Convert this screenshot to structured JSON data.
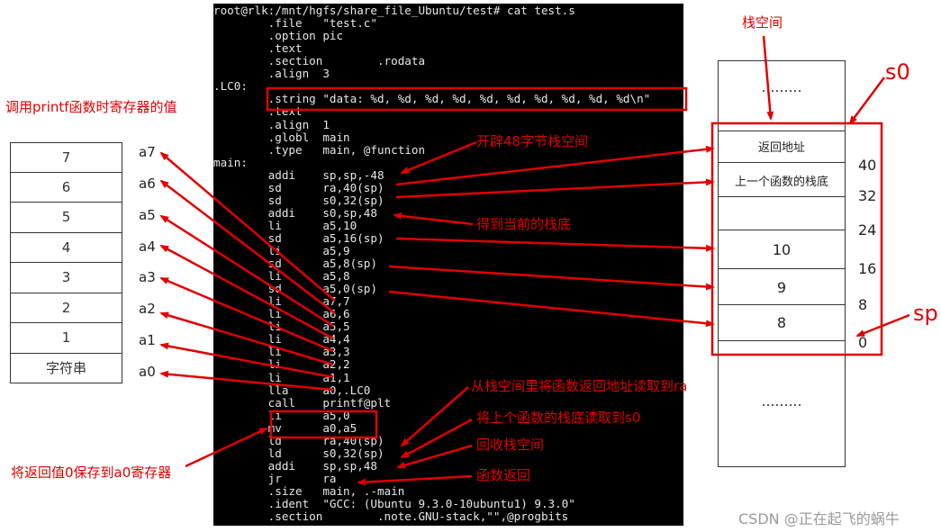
{
  "terminal_lines": [
    "root@rlk:/mnt/hgfs/share_file_Ubuntu/test# cat test.s",
    "        .file   \"test.c\"",
    "        .option pic",
    "        .text",
    "        .section        .rodata",
    "        .align  3",
    ".LC0:",
    "        .string \"data: %d, %d, %d, %d, %d, %d, %d, %d, %d, %d\\n\"",
    "        .text",
    "        .align  1",
    "        .globl  main",
    "        .type   main, @function",
    "main:",
    "        addi    sp,sp,-48",
    "        sd      ra,40(sp)",
    "        sd      s0,32(sp)",
    "        addi    s0,sp,48",
    "        li      a5,10",
    "        sd      a5,16(sp)",
    "        li      a5,9",
    "        sd      a5,8(sp)",
    "        li      a5,8",
    "        sd      a5,0(sp)",
    "        li      a7,7",
    "        li      a6,6",
    "        li      a5,5",
    "        li      a4,4",
    "        li      a3,3",
    "        li      a2,2",
    "        li      a1,1",
    "        lla     a0,.LC0",
    "        call    printf@plt",
    "        li      a5,0",
    "        mv      a0,a5",
    "        ld      ra,40(sp)",
    "        ld      s0,32(sp)",
    "        addi    sp,sp,48",
    "        jr      ra",
    "        .size   main, .-main",
    "        .ident  \"GCC: (Ubuntu 9.3.0-10ubuntu1) 9.3.0\"",
    "        .section        .note.GNU-stack,\"\",@progbits"
  ],
  "registers": {
    "title": "调用printf函数时寄存器的值",
    "cells": [
      "7",
      "6",
      "5",
      "4",
      "3",
      "2",
      "1",
      "字符串"
    ],
    "labels": [
      "a7",
      "a6",
      "a5",
      "a4",
      "a3",
      "a2",
      "a1",
      "a0"
    ]
  },
  "stack": {
    "title": "栈空间",
    "top_dots": "………",
    "bottom_dots": "………",
    "return_addr": "返回地址",
    "prev_frame": "上一个函数的栈底",
    "val_10": "10",
    "val_9": "9",
    "val_8": "8",
    "offsets": [
      "40",
      "32",
      "24",
      "16",
      "8",
      "0"
    ],
    "s0_label": "s0",
    "sp_label": "sp"
  },
  "annotations": {
    "alloc": "开辟48字节栈空间",
    "get_bottom": "得到当前的栈底",
    "load_ra": "从栈空间里将函数返回地址读取到ra",
    "load_s0": "将上个函数的栈底读取到s0",
    "free": "回收栈空间",
    "ret": "函数返回",
    "save_ret": "将返回值0保存到a0寄存器"
  },
  "watermark": "CSDN @正在起飞的蜗牛"
}
